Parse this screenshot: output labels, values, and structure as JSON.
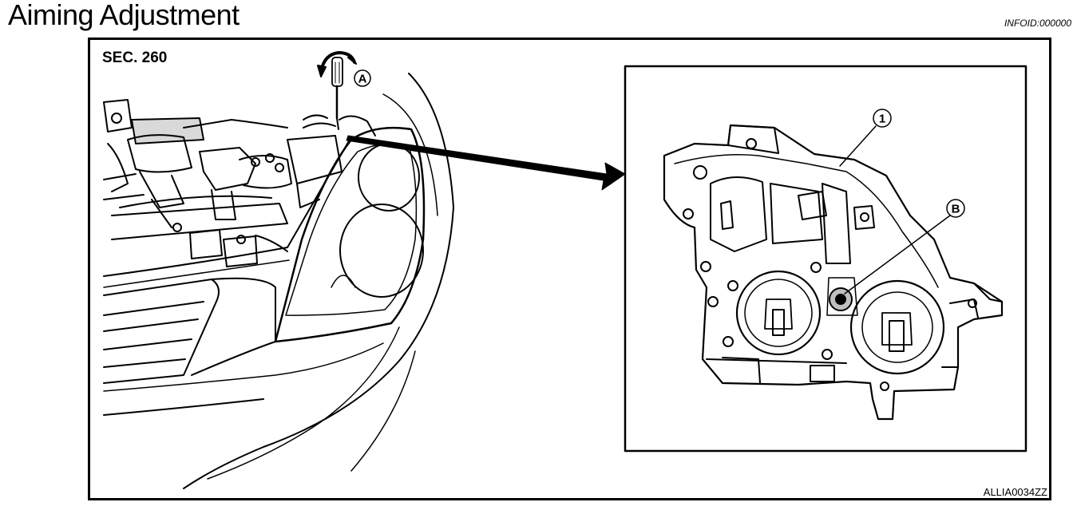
{
  "page": {
    "title": "Aiming Adjustment",
    "info_id": "INFOID:000000"
  },
  "figure": {
    "section_label": "SEC. 260",
    "figure_id": "ALLIA0034ZZ",
    "callouts": {
      "a": "A",
      "one": "1",
      "b": "B"
    }
  }
}
